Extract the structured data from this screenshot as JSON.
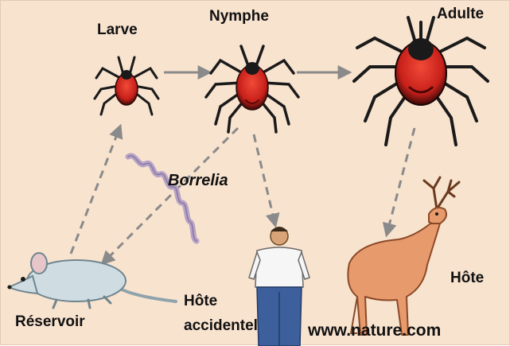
{
  "labels": {
    "larve": "Larve",
    "nymphe": "Nymphe",
    "adulte": "Adulte",
    "borrelia": "Borrelia",
    "reservoir": "Réservoir",
    "hote_accidentel_line1": "Hôte",
    "hote_accidentel_line2": "accidentel",
    "hote": "Hôte",
    "website": "www.nature.com"
  },
  "colors": {
    "background": "#f8e3cf",
    "tick_body": "#d42a1c",
    "tick_dark": "#1a1a1a",
    "arrow": "#8a8a8a",
    "mouse": "#cfdde3",
    "deer": "#e79a6c",
    "bacteria": "#b6a3c6"
  }
}
